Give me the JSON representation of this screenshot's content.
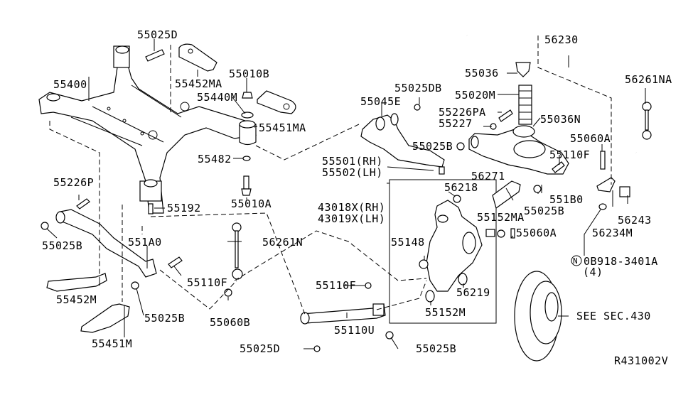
{
  "diagram": {
    "title": "Rear Suspension Parts Diagram",
    "reference_code": "R431002V",
    "line_color": "#000000",
    "background_color": "#ffffff"
  },
  "labels": {
    "p55025D_top": "55025D",
    "p55452MA": "55452MA",
    "p55010B": "55010B",
    "p55440M": "55440M",
    "p55451MA": "55451MA",
    "p55400": "55400",
    "p55482": "55482",
    "p55010A": "55010A",
    "p55192": "55192",
    "p55226P": "55226P",
    "p55025B_left": "55025B",
    "p551A0": "551A0",
    "p55110F_left": "55110F",
    "p55452M": "55452M",
    "p55025B_lowleft": "55025B",
    "p55451M": "55451M",
    "p56261N": "56261N",
    "p55060B": "55060B",
    "p55025DB": "55025DB",
    "p55045E": "55045E",
    "p55025B_mid": "55025B",
    "p55501": "55501(RH)",
    "p55502": "55502(LH)",
    "p43018X": "43018X(RH)",
    "p43019X": "43019X(LH)",
    "p56218": "56218",
    "p55148": "55148",
    "p56219": "56219",
    "p55152M": "55152M",
    "p55152MA": "55152MA",
    "p55060A_low": "55060A",
    "p55110F_mid": "55110F",
    "p55110U": "55110U",
    "p55025D_bottom": "55025D",
    "p55025B_bottom": "55025B",
    "p56230": "56230",
    "p55036": "55036",
    "p55020M": "55020M",
    "p55226PA": "55226PA",
    "p55227": "55227",
    "p55036N": "55036N",
    "p56261NA": "56261NA",
    "p55060A_top": "55060A",
    "p55110F_right": "55110F",
    "p56271": "56271",
    "p551B0": "551B0",
    "p55025B_right": "55025B",
    "p56243": "56243",
    "p56234M": "56234M",
    "n_symbol": "N",
    "p08918": "0B918-3401A",
    "p08918_qty": "(4)",
    "see_sec": "SEE SEC.430"
  }
}
